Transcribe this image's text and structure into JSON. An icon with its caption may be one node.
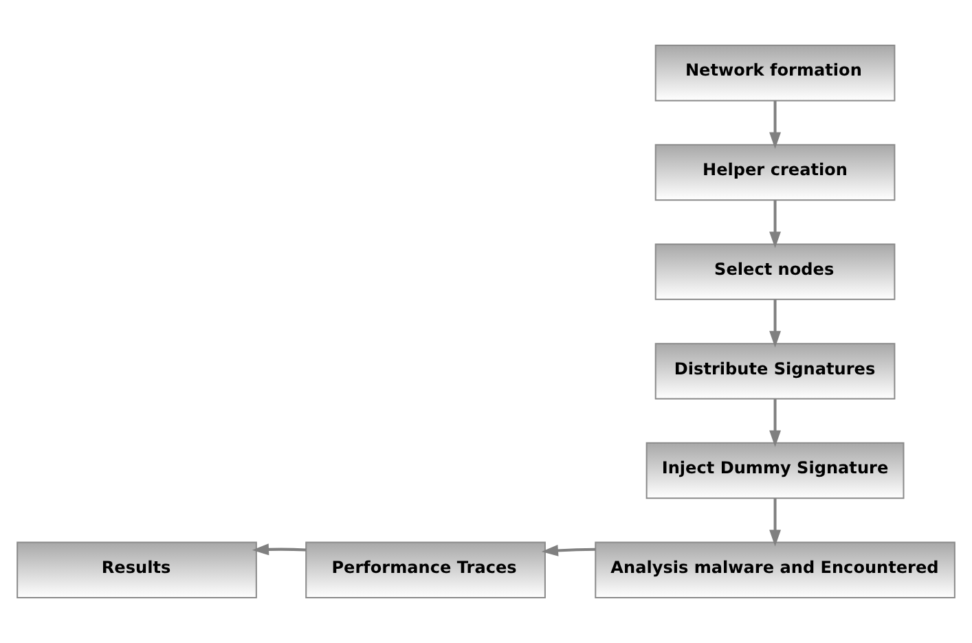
{
  "diagram": {
    "nodes": [
      {
        "text": [
          "Network formation"
        ]
      },
      {
        "text": [
          "Helper creation"
        ]
      },
      {
        "text": [
          "Select nodes"
        ]
      },
      {
        "text": [
          "Distribute Signatures"
        ]
      },
      {
        "text": [
          "Inject Dummy Signature"
        ]
      },
      {
        "text": [
          "Analysis malware and Encountered"
        ]
      },
      {
        "text": [
          "Performance Traces"
        ]
      },
      {
        "text": [
          "Results"
        ]
      }
    ],
    "edges": [
      {
        "from": 0,
        "to": 1,
        "arrow": "to"
      },
      {
        "from": 1,
        "to": 2,
        "arrow": "to"
      },
      {
        "from": 2,
        "to": 3,
        "arrow": "to"
      },
      {
        "from": 3,
        "to": 4,
        "arrow": "to"
      },
      {
        "from": 4,
        "to": 5,
        "arrow": "to"
      },
      {
        "from": 5,
        "to": 6,
        "arrow": "to"
      },
      {
        "from": 6,
        "to": 7,
        "arrow": "to"
      }
    ]
  }
}
